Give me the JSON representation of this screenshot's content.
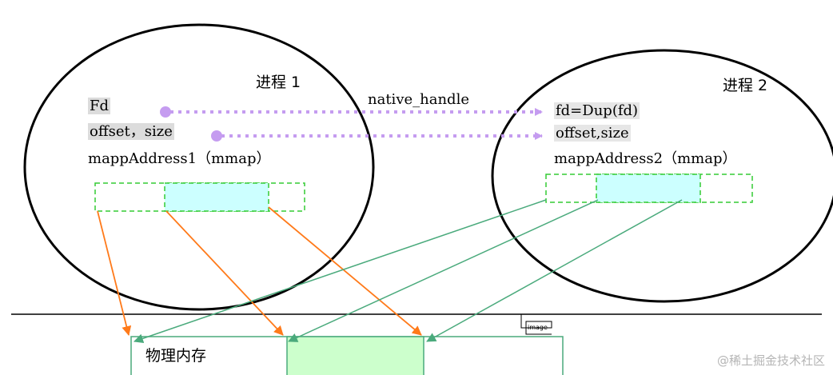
{
  "process1": {
    "title": "进程 1",
    "fd": "Fd",
    "offset_size": "offset，size",
    "map_address": "mappAddress1（mmap）"
  },
  "process2": {
    "title": "进程 2",
    "fd": "fd=Dup(fd)",
    "offset_size": "offset,size",
    "map_address": "mappAddress2（mmap）"
  },
  "connector": {
    "label": "native_handle"
  },
  "memory": {
    "label": "物理内存"
  },
  "image_tag": "image",
  "watermark": "@稀土掘金技术社区",
  "colors": {
    "dotted_arrow": "#c59cf0",
    "region_border": "#33cc33",
    "region_fill": "#ccffff",
    "memory_fill": "#ccffcc",
    "orange_arrow": "#ff7a1a",
    "teal_arrow": "#4aaa7c"
  }
}
